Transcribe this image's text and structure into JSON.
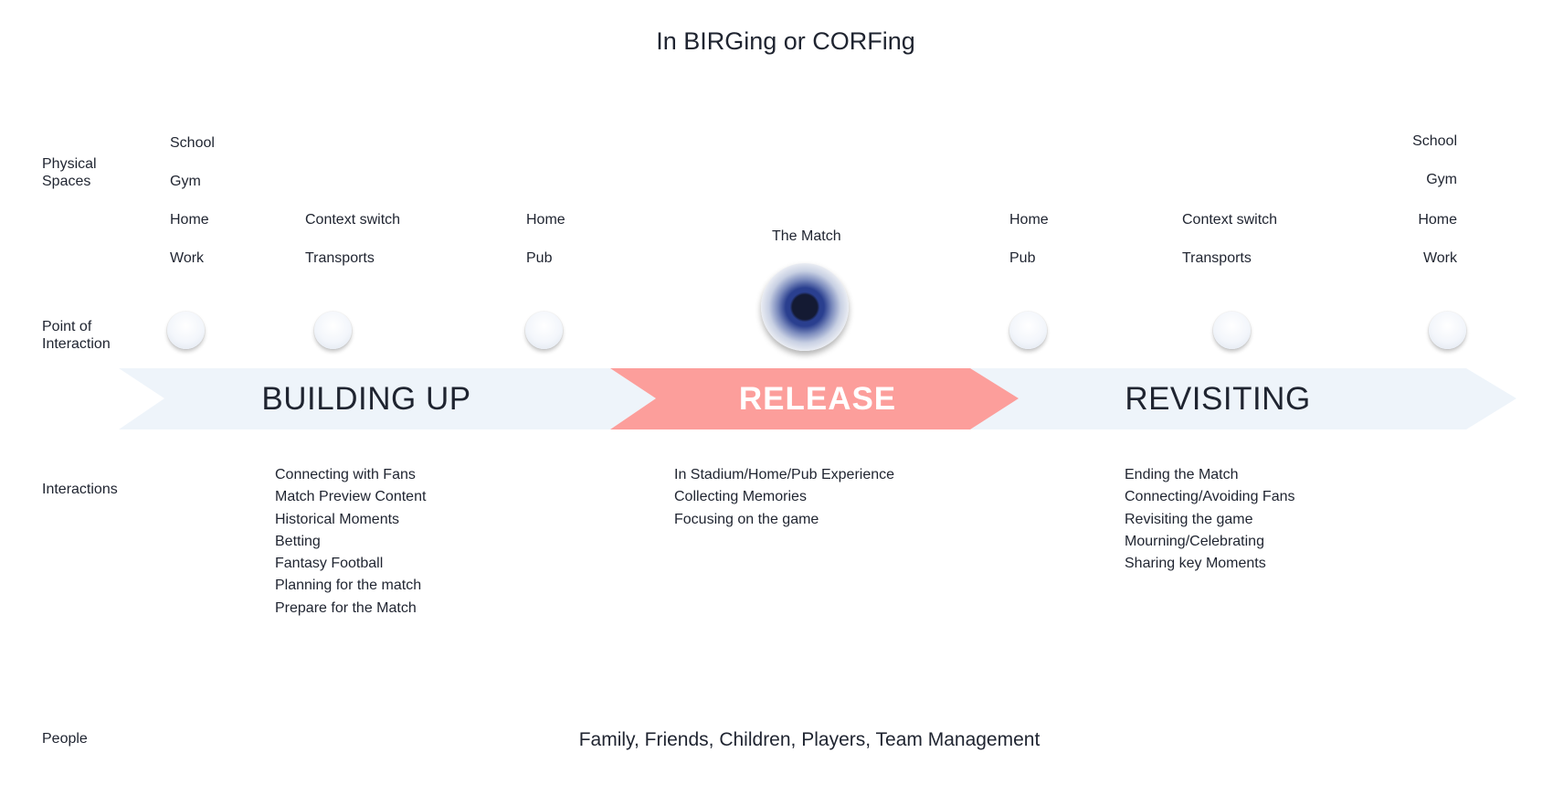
{
  "title": "In BIRGing or CORFing",
  "row_labels": {
    "physical_spaces": "Physical Spaces",
    "point_of_interaction": "Point of Interaction",
    "interactions": "Interactions",
    "people": "People"
  },
  "physical_spaces": {
    "start": [
      "School",
      "Gym",
      "Home",
      "Work"
    ],
    "pre_context": [
      "Context switch",
      "Transports"
    ],
    "pre_venue": [
      "Home",
      "Pub"
    ],
    "match": "The Match",
    "post_venue": [
      "Home",
      "Pub"
    ],
    "post_context": [
      "Context switch",
      "Transports"
    ],
    "end": [
      "School",
      "Gym",
      "Home",
      "Work"
    ]
  },
  "stages": {
    "building_up": "BUILDING UP",
    "release": "RELEASE",
    "revisiting": "REVISITING"
  },
  "colors": {
    "band_light": "#eef4fa",
    "release": "#fc9e9b",
    "text": "#1f2430"
  },
  "interactions": {
    "building_up": [
      "Connecting with Fans",
      "Match Preview Content",
      "Historical Moments",
      "Betting",
      "Fantasy Football",
      "Planning for the match",
      "Prepare for the Match"
    ],
    "release": [
      "In Stadium/Home/Pub Experience",
      "Collecting Memories",
      "Focusing on the game"
    ],
    "revisiting": [
      "Ending the Match",
      "Connecting/Avoiding Fans",
      "Revisiting the game",
      "Mourning/Celebrating",
      "Sharing key Moments"
    ]
  },
  "people": "Family, Friends, Children, Players, Team Management"
}
